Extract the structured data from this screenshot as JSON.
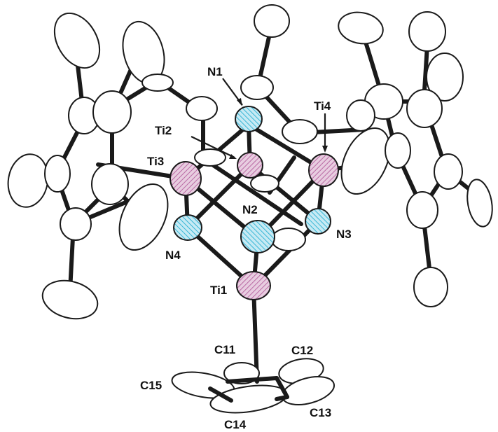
{
  "colors": {
    "titanium": "#c98bb8",
    "nitrogen": "#37b6d6",
    "carbon": "#ffffff",
    "bond": "#1a1a1a"
  },
  "labels": {
    "n1": "N1",
    "n2": "N2",
    "n3": "N3",
    "n4": "N4",
    "ti1": "Ti1",
    "ti2": "Ti2",
    "ti3": "Ti3",
    "ti4": "Ti4",
    "c11": "C11",
    "c12": "C12",
    "c13": "C13",
    "c14": "C14",
    "c15": "C15"
  }
}
